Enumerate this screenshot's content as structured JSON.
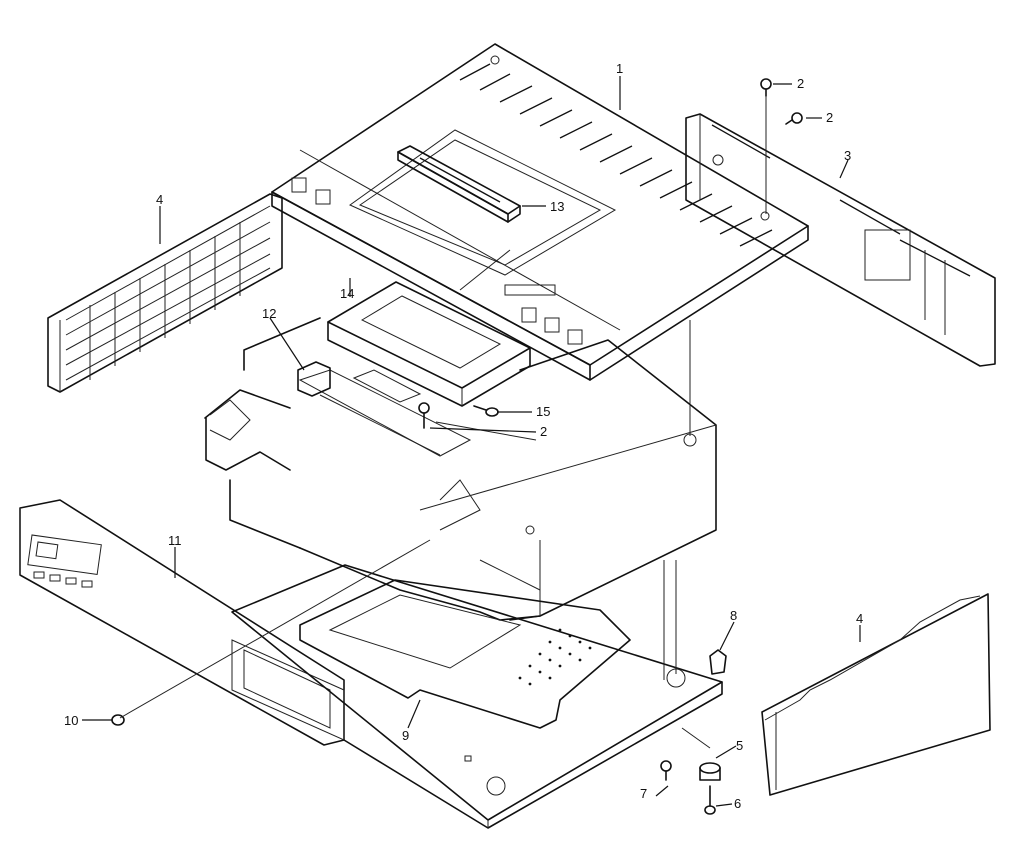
{
  "callouts": [
    {
      "id": "1",
      "text": "1"
    },
    {
      "id": "2a",
      "text": "2"
    },
    {
      "id": "2b",
      "text": "2"
    },
    {
      "id": "2c",
      "text": "2"
    },
    {
      "id": "3",
      "text": "3"
    },
    {
      "id": "4a",
      "text": "4"
    },
    {
      "id": "4b",
      "text": "4"
    },
    {
      "id": "5",
      "text": "5"
    },
    {
      "id": "6",
      "text": "6"
    },
    {
      "id": "7",
      "text": "7"
    },
    {
      "id": "8",
      "text": "8"
    },
    {
      "id": "9",
      "text": "9"
    },
    {
      "id": "10",
      "text": "10"
    },
    {
      "id": "11",
      "text": "11"
    },
    {
      "id": "12",
      "text": "12"
    },
    {
      "id": "13",
      "text": "13"
    },
    {
      "id": "14",
      "text": "14"
    },
    {
      "id": "15",
      "text": "15"
    }
  ]
}
